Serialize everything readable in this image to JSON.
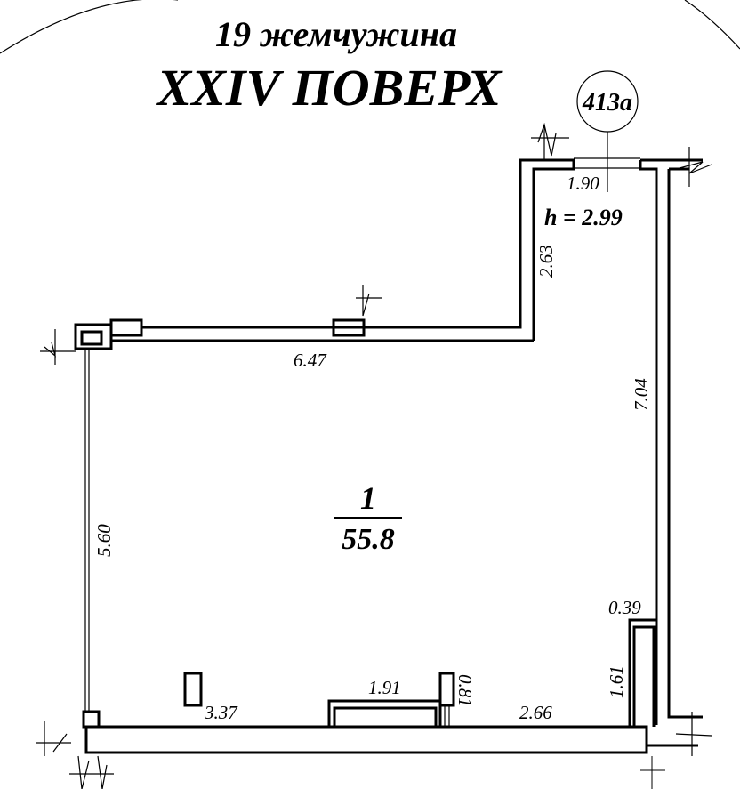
{
  "header": {
    "building": "19 жемчужина",
    "floor": "XXIV ПОВЕРХ"
  },
  "unit": {
    "number": "413а",
    "ceiling_height": "h = 2.99"
  },
  "room": {
    "number": "1",
    "area": "55.8"
  },
  "dimensions": {
    "top_opening": "1.90",
    "notch_height": "2.63",
    "top_wall": "6.47",
    "right_wall": "7.04",
    "left_wall": "5.60",
    "niche_width": "0.39",
    "niche_height": "1.61",
    "bottom_left": "3.37",
    "bottom_window": "1.91",
    "bottom_pier": "0.81",
    "bottom_right": "2.66"
  }
}
